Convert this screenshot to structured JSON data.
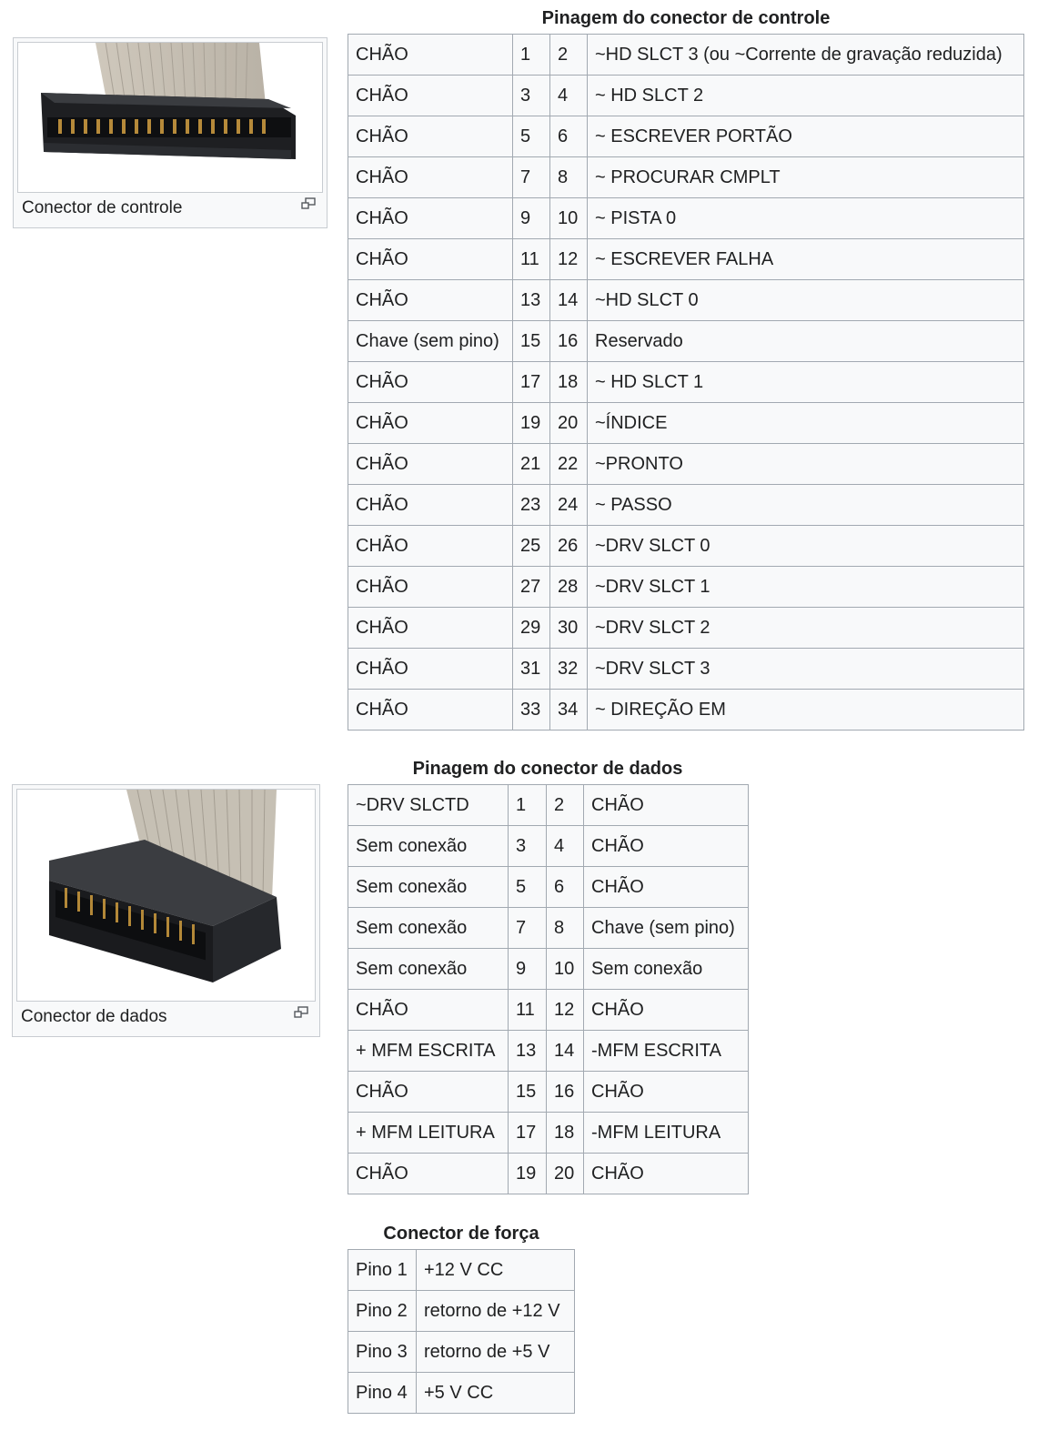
{
  "control": {
    "title": "Pinagem do conector de controle",
    "image_caption": "Conector de controle",
    "rows": [
      [
        "CHÃO",
        "1",
        "2",
        "~HD SLCT 3 (ou ~Corrente de gravação reduzida)"
      ],
      [
        "CHÃO",
        "3",
        "4",
        "~ HD SLCT 2"
      ],
      [
        "CHÃO",
        "5",
        "6",
        "~ ESCREVER PORTÃO"
      ],
      [
        "CHÃO",
        "7",
        "8",
        "~ PROCURAR CMPLT"
      ],
      [
        "CHÃO",
        "9",
        "10",
        "~ PISTA 0"
      ],
      [
        "CHÃO",
        "11",
        "12",
        "~ ESCREVER FALHA"
      ],
      [
        "CHÃO",
        "13",
        "14",
        "~HD SLCT 0"
      ],
      [
        "Chave (sem pino)",
        "15",
        "16",
        "Reservado"
      ],
      [
        "CHÃO",
        "17",
        "18",
        "~ HD SLCT 1"
      ],
      [
        "CHÃO",
        "19",
        "20",
        "~ÍNDICE"
      ],
      [
        "CHÃO",
        "21",
        "22",
        "~PRONTO"
      ],
      [
        "CHÃO",
        "23",
        "24",
        "~ PASSO"
      ],
      [
        "CHÃO",
        "25",
        "26",
        "~DRV SLCT 0"
      ],
      [
        "CHÃO",
        "27",
        "28",
        "~DRV SLCT 1"
      ],
      [
        "CHÃO",
        "29",
        "30",
        "~DRV SLCT 2"
      ],
      [
        "CHÃO",
        "31",
        "32",
        "~DRV SLCT 3"
      ],
      [
        "CHÃO",
        "33",
        "34",
        "~ DIREÇÃO EM"
      ]
    ]
  },
  "data": {
    "title": "Pinagem do conector de dados",
    "image_caption": "Conector de dados",
    "rows": [
      [
        "~DRV SLCTD",
        "1",
        "2",
        "CHÃO"
      ],
      [
        "Sem conexão",
        "3",
        "4",
        "CHÃO"
      ],
      [
        "Sem conexão",
        "5",
        "6",
        "CHÃO"
      ],
      [
        "Sem conexão",
        "7",
        "8",
        "Chave (sem pino)"
      ],
      [
        "Sem conexão",
        "9",
        "10",
        "Sem conexão"
      ],
      [
        "CHÃO",
        "11",
        "12",
        "CHÃO"
      ],
      [
        "+ MFM ESCRITA",
        "13",
        "14",
        "-MFM ESCRITA"
      ],
      [
        "CHÃO",
        "15",
        "16",
        "CHÃO"
      ],
      [
        "+ MFM LEITURA",
        "17",
        "18",
        "-MFM LEITURA"
      ],
      [
        "CHÃO",
        "19",
        "20",
        "CHÃO"
      ]
    ]
  },
  "power": {
    "title": "Conector de força",
    "rows": [
      [
        "Pino 1",
        "+12 V CC"
      ],
      [
        "Pino 2",
        "retorno de +12 V"
      ],
      [
        "Pino 3",
        "retorno de +5 V"
      ],
      [
        "Pino 4",
        "+5 V CC"
      ]
    ]
  }
}
